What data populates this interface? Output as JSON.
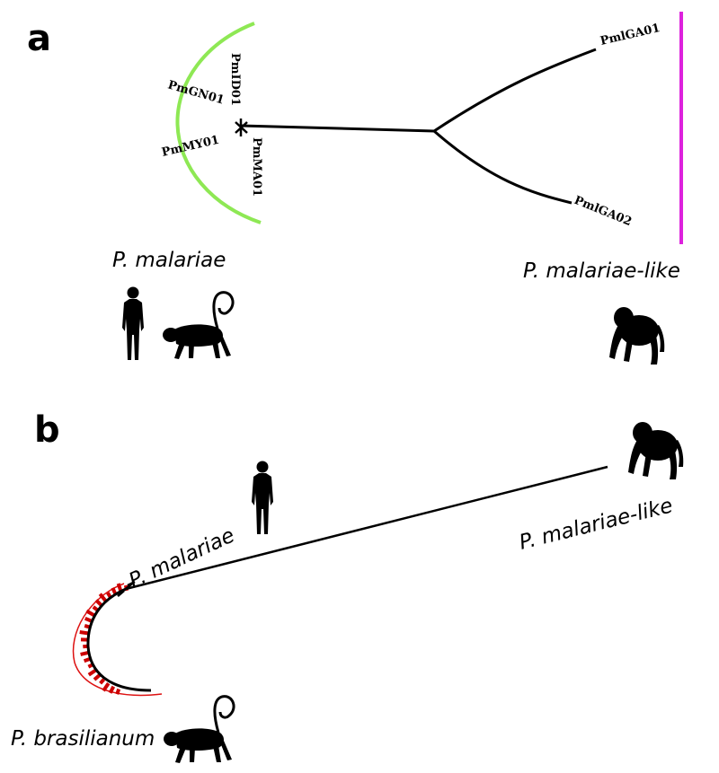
{
  "panel_a": {
    "letter": "a",
    "tips": {
      "pmld01": "PmID01",
      "pmgn01": "PmGN01",
      "pmmy01": "PmMY01",
      "pmma01": "PmMA01",
      "pmlga01": "PmlGA01",
      "pmlga02": "PmlGA02"
    },
    "clade_malariae": "P. malariae",
    "clade_malariae_like": "P. malariae-like",
    "colors": {
      "malariae_arc": "#8ee854",
      "malariae_like_bar": "#dd22dd"
    },
    "icons": [
      "human-silhouette-icon",
      "monkey-silhouette-icon",
      "chimpanzee-silhouette-icon"
    ]
  },
  "panel_b": {
    "letter": "b",
    "clade_malariae": "P. malariae",
    "clade_malariae_like": "P. malariae-like",
    "clade_brasilianum": "P. brasilianum",
    "colors": {
      "brasilianum_arc": "#dd1111",
      "brasilianum_ticks": "#cc0000"
    },
    "icons": [
      "chimpanzee-silhouette-icon",
      "human-silhouette-icon",
      "monkey-silhouette-icon"
    ]
  }
}
